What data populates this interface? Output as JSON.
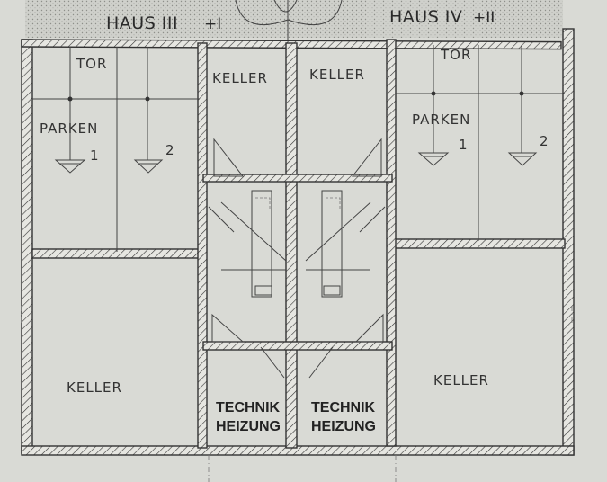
{
  "houses": [
    {
      "label": "HAUS III",
      "suffix": "+I"
    },
    {
      "label": "HAUS IV",
      "suffix": "+II"
    }
  ],
  "left_unit": {
    "gate": "TOR",
    "parking": "PARKEN",
    "space1": "1",
    "space2": "2",
    "cellar_small": "KELLER",
    "cellar_large": "KELLER"
  },
  "right_unit": {
    "gate": "TOR",
    "parking": "PARKEN",
    "space1": "1",
    "space2": "2",
    "cellar_small": "KELLER",
    "cellar_large": "KELLER"
  },
  "tech_rooms": [
    {
      "line1": "TECHNIK",
      "line2": "HEIZUNG"
    },
    {
      "line1": "TECHNIK",
      "line2": "HEIZUNG"
    }
  ],
  "colors": {
    "paper": "#d9dad5",
    "ink": "#2a2a2a",
    "dots": "#b9bab4"
  }
}
